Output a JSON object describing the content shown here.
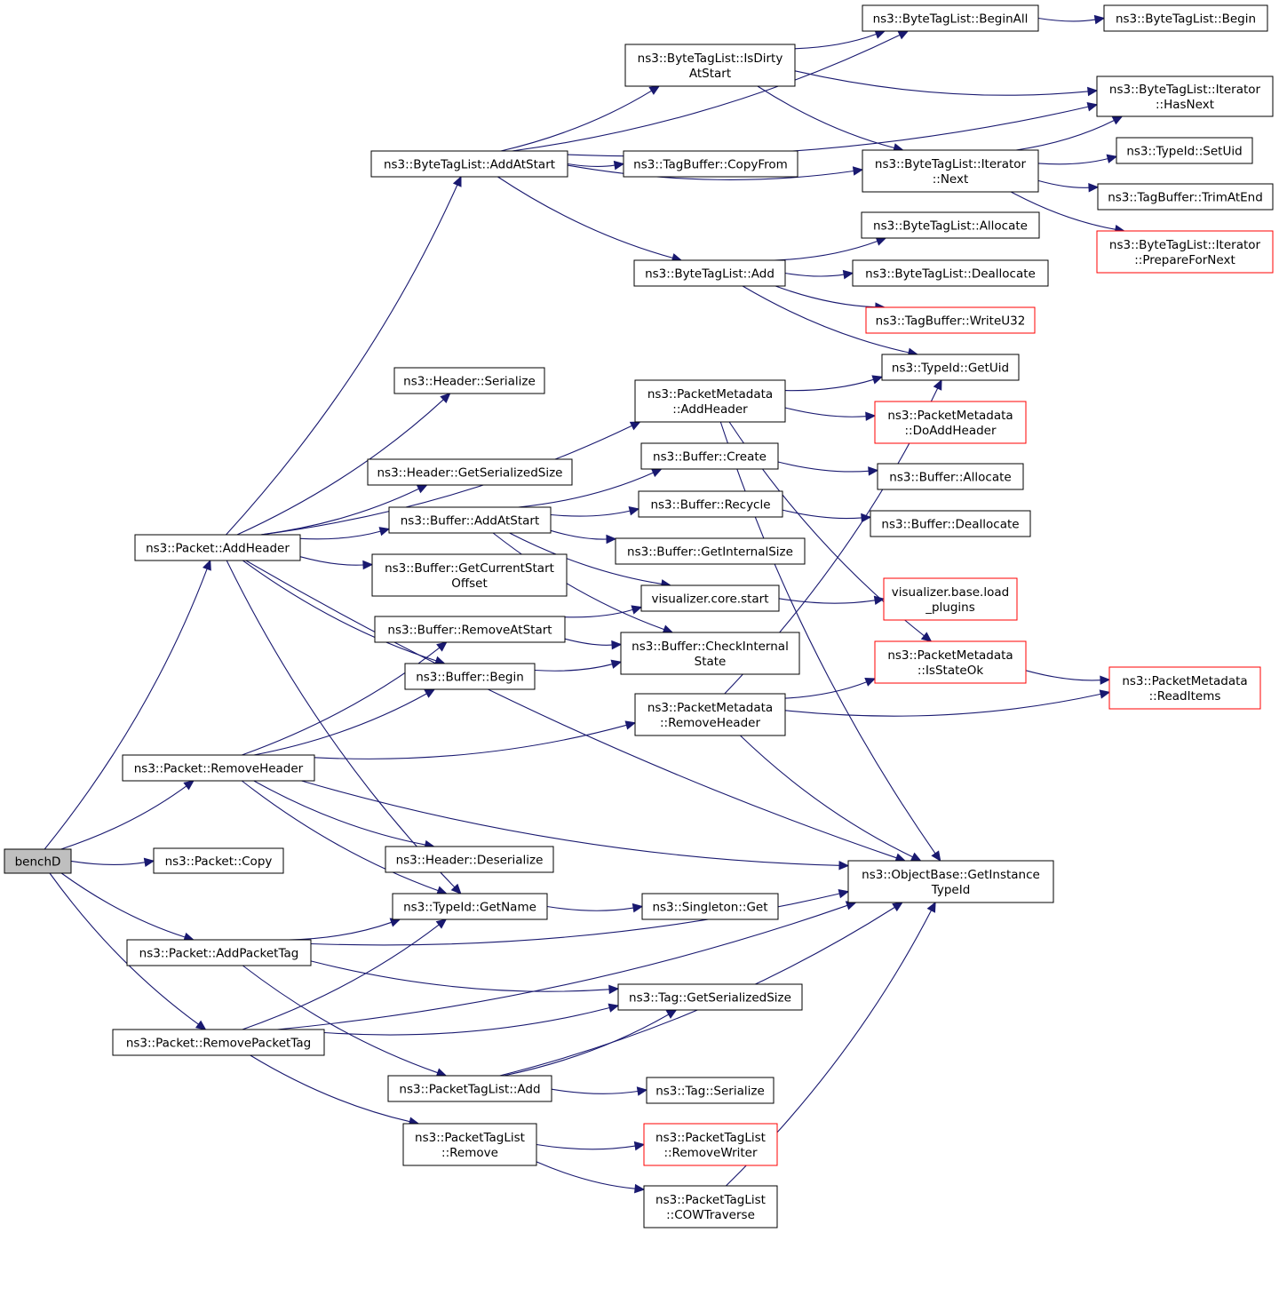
{
  "colors": {
    "edge": "#191970",
    "node_border": "#000000",
    "truncated_border": "#ff0000",
    "root_fill": "#bfbfbf"
  },
  "nodes": [
    {
      "id": "benchD",
      "label": [
        "benchD"
      ],
      "root": true
    },
    {
      "id": "pk_addheader",
      "label": [
        "ns3::Packet::AddHeader"
      ]
    },
    {
      "id": "pk_removeheader",
      "label": [
        "ns3::Packet::RemoveHeader"
      ]
    },
    {
      "id": "pk_copy",
      "label": [
        "ns3::Packet::Copy"
      ]
    },
    {
      "id": "pk_addpackettag",
      "label": [
        "ns3::Packet::AddPacketTag"
      ]
    },
    {
      "id": "pk_removepackettag",
      "label": [
        "ns3::Packet::RemovePacketTag"
      ]
    },
    {
      "id": "btl_addatstart",
      "label": [
        "ns3::ByteTagList::AddAtStart"
      ]
    },
    {
      "id": "hdr_serialize",
      "label": [
        "ns3::Header::Serialize"
      ]
    },
    {
      "id": "hdr_getsersize",
      "label": [
        "ns3::Header::GetSerializedSize"
      ]
    },
    {
      "id": "buf_addatstart",
      "label": [
        "ns3::Buffer::AddAtStart"
      ]
    },
    {
      "id": "buf_getcurstart",
      "label": [
        "ns3::Buffer::GetCurrentStart",
        "Offset"
      ]
    },
    {
      "id": "buf_removeatstart",
      "label": [
        "ns3::Buffer::RemoveAtStart"
      ]
    },
    {
      "id": "buf_begin",
      "label": [
        "ns3::Buffer::Begin"
      ]
    },
    {
      "id": "hdr_deserialize",
      "label": [
        "ns3::Header::Deserialize"
      ]
    },
    {
      "id": "tid_getname",
      "label": [
        "ns3::TypeId::GetName"
      ]
    },
    {
      "id": "ptl_add",
      "label": [
        "ns3::PacketTagList::Add"
      ]
    },
    {
      "id": "ptl_remove",
      "label": [
        "ns3::PacketTagList",
        "::Remove"
      ]
    },
    {
      "id": "btl_isdirty",
      "label": [
        "ns3::ByteTagList::IsDirty",
        "AtStart"
      ]
    },
    {
      "id": "tb_copyfrom",
      "label": [
        "ns3::TagBuffer::CopyFrom"
      ]
    },
    {
      "id": "btl_add",
      "label": [
        "ns3::ByteTagList::Add"
      ]
    },
    {
      "id": "pm_addheader",
      "label": [
        "ns3::PacketMetadata",
        "::AddHeader"
      ]
    },
    {
      "id": "buf_create",
      "label": [
        "ns3::Buffer::Create"
      ]
    },
    {
      "id": "buf_recycle",
      "label": [
        "ns3::Buffer::Recycle"
      ]
    },
    {
      "id": "buf_getinternal",
      "label": [
        "ns3::Buffer::GetInternalSize"
      ]
    },
    {
      "id": "vis_start",
      "label": [
        "visualizer.core.start"
      ]
    },
    {
      "id": "buf_checkinternal",
      "label": [
        "ns3::Buffer::CheckInternal",
        "State"
      ]
    },
    {
      "id": "pm_removeheader",
      "label": [
        "ns3::PacketMetadata",
        "::RemoveHeader"
      ]
    },
    {
      "id": "singleton_get",
      "label": [
        "ns3::Singleton::Get"
      ]
    },
    {
      "id": "tag_getsersize",
      "label": [
        "ns3::Tag::GetSerializedSize"
      ]
    },
    {
      "id": "tag_serialize",
      "label": [
        "ns3::Tag::Serialize"
      ]
    },
    {
      "id": "ptl_removewriter",
      "label": [
        "ns3::PacketTagList",
        "::RemoveWriter"
      ],
      "truncated": true
    },
    {
      "id": "ptl_cow",
      "label": [
        "ns3::PacketTagList",
        "::COWTraverse"
      ]
    },
    {
      "id": "btl_beginall",
      "label": [
        "ns3::ByteTagList::BeginAll"
      ]
    },
    {
      "id": "btl_it_next",
      "label": [
        "ns3::ByteTagList::Iterator",
        "::Next"
      ]
    },
    {
      "id": "btl_allocate",
      "label": [
        "ns3::ByteTagList::Allocate"
      ]
    },
    {
      "id": "btl_deallocate",
      "label": [
        "ns3::ByteTagList::Deallocate"
      ]
    },
    {
      "id": "tb_writeu32",
      "label": [
        "ns3::TagBuffer::WriteU32"
      ],
      "truncated": true
    },
    {
      "id": "tid_getuid",
      "label": [
        "ns3::TypeId::GetUid"
      ]
    },
    {
      "id": "pm_doaddheader",
      "label": [
        "ns3::PacketMetadata",
        "::DoAddHeader"
      ],
      "truncated": true
    },
    {
      "id": "buf_allocate",
      "label": [
        "ns3::Buffer::Allocate"
      ]
    },
    {
      "id": "buf_deallocate",
      "label": [
        "ns3::Buffer::Deallocate"
      ]
    },
    {
      "id": "vis_loadplugins",
      "label": [
        "visualizer.base.load",
        "_plugins"
      ],
      "truncated": true
    },
    {
      "id": "pm_isstateok",
      "label": [
        "ns3::PacketMetadata",
        "::IsStateOk"
      ],
      "truncated": true
    },
    {
      "id": "ob_getinstancetypeid",
      "label": [
        "ns3::ObjectBase::GetInstance",
        "TypeId"
      ]
    },
    {
      "id": "btl_begin",
      "label": [
        "ns3::ByteTagList::Begin"
      ]
    },
    {
      "id": "btl_it_hasnext",
      "label": [
        "ns3::ByteTagList::Iterator",
        "::HasNext"
      ]
    },
    {
      "id": "tid_setuid",
      "label": [
        "ns3::TypeId::SetUid"
      ]
    },
    {
      "id": "tb_trimatend",
      "label": [
        "ns3::TagBuffer::TrimAtEnd"
      ]
    },
    {
      "id": "btl_it_preparefornext",
      "label": [
        "ns3::ByteTagList::Iterator",
        "::PrepareForNext"
      ],
      "truncated": true
    },
    {
      "id": "pm_readitems",
      "label": [
        "ns3::PacketMetadata",
        "::ReadItems"
      ],
      "truncated": true
    }
  ],
  "edges": [
    [
      "benchD",
      "pk_addheader"
    ],
    [
      "benchD",
      "pk_removeheader"
    ],
    [
      "benchD",
      "pk_copy"
    ],
    [
      "benchD",
      "pk_addpackettag"
    ],
    [
      "benchD",
      "pk_removepackettag"
    ],
    [
      "pk_addheader",
      "btl_addatstart"
    ],
    [
      "pk_addheader",
      "hdr_serialize"
    ],
    [
      "pk_addheader",
      "pm_addheader"
    ],
    [
      "pk_addheader",
      "hdr_getsersize"
    ],
    [
      "pk_addheader",
      "buf_addatstart"
    ],
    [
      "pk_addheader",
      "buf_getcurstart"
    ],
    [
      "pk_addheader",
      "buf_begin"
    ],
    [
      "pk_addheader",
      "tid_getname"
    ],
    [
      "pk_addheader",
      "ob_getinstancetypeid"
    ],
    [
      "pk_removeheader",
      "buf_removeatstart"
    ],
    [
      "pk_removeheader",
      "buf_begin"
    ],
    [
      "pk_removeheader",
      "pm_removeheader"
    ],
    [
      "pk_removeheader",
      "ob_getinstancetypeid"
    ],
    [
      "pk_removeheader",
      "hdr_deserialize"
    ],
    [
      "pk_removeheader",
      "tid_getname"
    ],
    [
      "pk_addpackettag",
      "tid_getname"
    ],
    [
      "pk_addpackettag",
      "ob_getinstancetypeid"
    ],
    [
      "pk_addpackettag",
      "tag_getsersize"
    ],
    [
      "pk_addpackettag",
      "ptl_add"
    ],
    [
      "pk_removepackettag",
      "tid_getname"
    ],
    [
      "pk_removepackettag",
      "tag_getsersize"
    ],
    [
      "pk_removepackettag",
      "ptl_remove"
    ],
    [
      "pk_removepackettag",
      "ob_getinstancetypeid"
    ],
    [
      "btl_addatstart",
      "btl_beginall"
    ],
    [
      "btl_addatstart",
      "btl_isdirty"
    ],
    [
      "btl_addatstart",
      "btl_it_hasnext"
    ],
    [
      "btl_addatstart",
      "tb_copyfrom"
    ],
    [
      "btl_addatstart",
      "btl_it_next"
    ],
    [
      "btl_addatstart",
      "btl_add"
    ],
    [
      "btl_isdirty",
      "btl_beginall"
    ],
    [
      "btl_isdirty",
      "btl_it_hasnext"
    ],
    [
      "btl_isdirty",
      "btl_it_next"
    ],
    [
      "btl_beginall",
      "btl_begin"
    ],
    [
      "btl_it_next",
      "btl_it_hasnext"
    ],
    [
      "btl_it_next",
      "tid_setuid"
    ],
    [
      "btl_it_next",
      "tb_trimatend"
    ],
    [
      "btl_it_next",
      "btl_it_preparefornext"
    ],
    [
      "btl_add",
      "btl_allocate"
    ],
    [
      "btl_add",
      "btl_deallocate"
    ],
    [
      "btl_add",
      "tb_writeu32"
    ],
    [
      "btl_add",
      "tid_getuid"
    ],
    [
      "pm_addheader",
      "tid_getuid"
    ],
    [
      "pm_addheader",
      "pm_doaddheader"
    ],
    [
      "pm_addheader",
      "pm_isstateok"
    ],
    [
      "pm_addheader",
      "ob_getinstancetypeid"
    ],
    [
      "buf_addatstart",
      "buf_create"
    ],
    [
      "buf_addatstart",
      "buf_recycle"
    ],
    [
      "buf_addatstart",
      "buf_getinternal"
    ],
    [
      "buf_addatstart",
      "vis_start"
    ],
    [
      "buf_addatstart",
      "buf_checkinternal"
    ],
    [
      "buf_create",
      "buf_allocate"
    ],
    [
      "buf_recycle",
      "buf_deallocate"
    ],
    [
      "vis_start",
      "vis_loadplugins"
    ],
    [
      "buf_removeatstart",
      "vis_start"
    ],
    [
      "buf_removeatstart",
      "buf_checkinternal"
    ],
    [
      "buf_begin",
      "buf_checkinternal"
    ],
    [
      "pm_removeheader",
      "tid_getuid"
    ],
    [
      "pm_removeheader",
      "pm_isstateok"
    ],
    [
      "pm_removeheader",
      "pm_readitems"
    ],
    [
      "pm_removeheader",
      "ob_getinstancetypeid"
    ],
    [
      "pm_isstateok",
      "pm_readitems"
    ],
    [
      "tid_getname",
      "singleton_get"
    ],
    [
      "ptl_add",
      "tag_getsersize"
    ],
    [
      "ptl_add",
      "tag_serialize"
    ],
    [
      "ptl_add",
      "ob_getinstancetypeid"
    ],
    [
      "ptl_remove",
      "ptl_removewriter"
    ],
    [
      "ptl_remove",
      "ptl_cow"
    ],
    [
      "ptl_cow",
      "ob_getinstancetypeid"
    ]
  ]
}
